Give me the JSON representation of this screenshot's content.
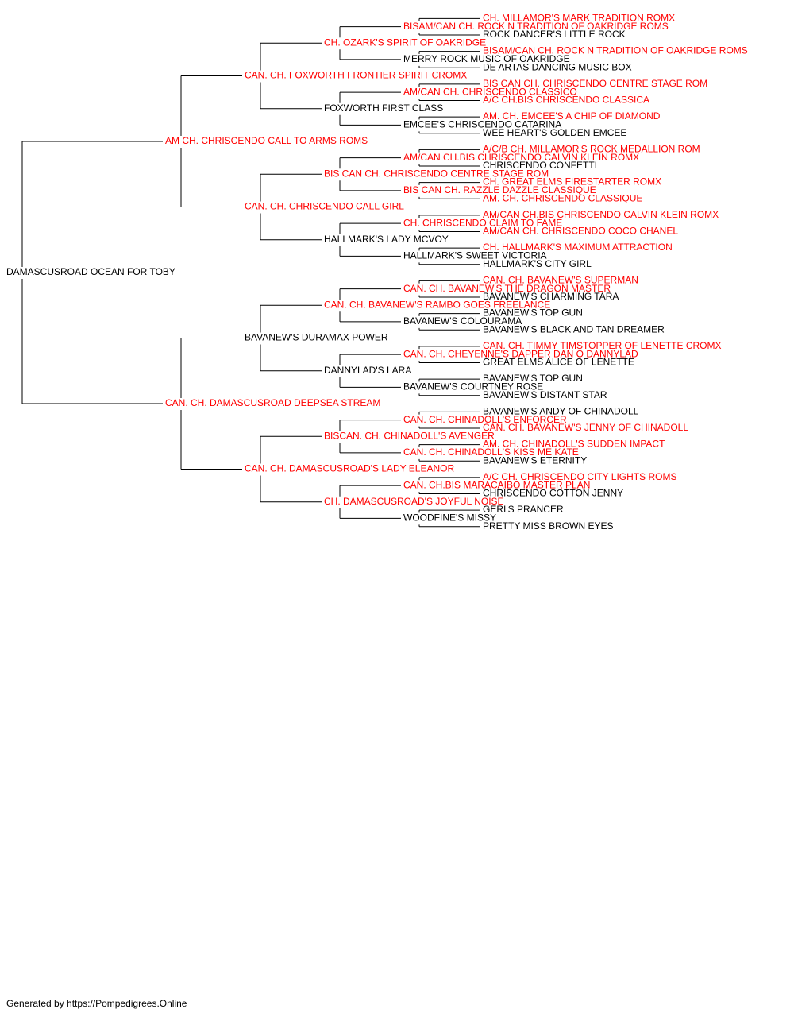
{
  "colors": {
    "champion": "#ff0000",
    "normal": "#000000",
    "line": "#000000"
  },
  "pedigree": {
    "name": "DAMASCUSROAD OCEAN FOR TOBY",
    "ch": false,
    "sire": {
      "name": "AM CH. CHRISCENDO CALL TO ARMS ROMS",
      "ch": true,
      "sire": {
        "name": "CAN. CH. FOXWORTH FRONTIER SPIRIT CROMX",
        "ch": true,
        "sire": {
          "name": "CH. OZARK'S SPIRIT OF OAKRIDGE",
          "ch": true,
          "sire": {
            "name": "BISAM/CAN CH. ROCK N TRADITION OF OAKRIDGE ROMS",
            "ch": true,
            "sire": {
              "name": "CH. MILLAMOR'S MARK TRADITION ROMX",
              "ch": true
            },
            "dam": {
              "name": "ROCK DANCER'S LITTLE ROCK",
              "ch": false
            }
          },
          "dam": {
            "name": "MERRY ROCK MUSIC OF OAKRIDGE",
            "ch": false,
            "sire": {
              "name": "BISAM/CAN CH. ROCK N TRADITION OF OAKRIDGE ROMS",
              "ch": true
            },
            "dam": {
              "name": "DE ARTAS DANCING MUSIC BOX",
              "ch": false
            }
          }
        },
        "dam": {
          "name": "FOXWORTH FIRST CLASS",
          "ch": false,
          "sire": {
            "name": "AM/CAN CH. CHRISCENDO CLASSICO",
            "ch": true,
            "sire": {
              "name": "BIS CAN CH. CHRISCENDO CENTRE STAGE ROM",
              "ch": true
            },
            "dam": {
              "name": "A/C CH.BIS CHRISCENDO CLASSICA",
              "ch": true
            }
          },
          "dam": {
            "name": "EMCEE'S CHRISCENDO CATARINA",
            "ch": false,
            "sire": {
              "name": "AM. CH. EMCEE'S A CHIP OF DIAMOND",
              "ch": true
            },
            "dam": {
              "name": "WEE HEART'S GOLDEN EMCEE",
              "ch": false
            }
          }
        }
      },
      "dam": {
        "name": "CAN. CH. CHRISCENDO CALL GIRL",
        "ch": true,
        "sire": {
          "name": "BIS CAN CH. CHRISCENDO CENTRE STAGE ROM",
          "ch": true,
          "sire": {
            "name": "AM/CAN CH.BIS CHRISCENDO CALVIN KLEIN ROMX",
            "ch": true,
            "sire": {
              "name": "A/C/B CH. MILLAMOR'S ROCK MEDALLION ROM",
              "ch": true
            },
            "dam": {
              "name": "CHRISCENDO CONFETTI",
              "ch": false
            }
          },
          "dam": {
            "name": "BIS CAN CH. RAZZLE DAZZLE CLASSIQUE",
            "ch": true,
            "sire": {
              "name": "CH. GREAT ELMS FIRESTARTER ROMX",
              "ch": true
            },
            "dam": {
              "name": "AM. CH. CHRISCENDO CLASSIQUE",
              "ch": true
            }
          }
        },
        "dam": {
          "name": "HALLMARK'S LADY MCVOY",
          "ch": false,
          "sire": {
            "name": "CH. CHRISCENDO CLAIM TO FAME",
            "ch": true,
            "sire": {
              "name": "AM/CAN CH.BIS CHRISCENDO CALVIN KLEIN ROMX",
              "ch": true
            },
            "dam": {
              "name": "AM/CAN CH. CHRISCENDO COCO CHANEL",
              "ch": true
            }
          },
          "dam": {
            "name": "HALLMARK'S SWEET VICTORIA",
            "ch": false,
            "sire": {
              "name": "CH. HALLMARK'S MAXIMUM ATTRACTION",
              "ch": true
            },
            "dam": {
              "name": "HALLMARK'S CITY GIRL",
              "ch": false
            }
          }
        }
      }
    },
    "dam": {
      "name": "CAN. CH. DAMASCUSROAD DEEPSEA STREAM",
      "ch": true,
      "sire": {
        "name": "BAVANEW'S DURAMAX POWER",
        "ch": false,
        "sire": {
          "name": "CAN. CH. BAVANEW'S RAMBO GOES FREELANCE",
          "ch": true,
          "sire": {
            "name": "CAN. CH. BAVANEW'S THE DRAGON MASTER",
            "ch": true,
            "sire": {
              "name": "CAN. CH. BAVANEW'S SUPERMAN",
              "ch": true
            },
            "dam": {
              "name": "BAVANEW'S CHARMING TARA",
              "ch": false
            }
          },
          "dam": {
            "name": "BAVANEW'S COLOURAMA",
            "ch": false,
            "sire": {
              "name": "BAVANEW'S TOP GUN",
              "ch": false
            },
            "dam": {
              "name": "BAVANEW'S BLACK AND TAN DREAMER",
              "ch": false
            }
          }
        },
        "dam": {
          "name": "DANNYLAD'S LARA",
          "ch": false,
          "sire": {
            "name": "CAN. CH. CHEYENNE'S DAPPER DAN O DANNYLAD",
            "ch": true,
            "sire": {
              "name": "CAN. CH. TIMMY TIMSTOPPER OF LENETTE CROMX",
              "ch": true
            },
            "dam": {
              "name": "GREAT ELMS ALICE OF LENETTE",
              "ch": false
            }
          },
          "dam": {
            "name": "BAVANEW'S COURTNEY ROSE",
            "ch": false,
            "sire": {
              "name": "BAVANEW'S TOP GUN",
              "ch": false
            },
            "dam": {
              "name": "BAVANEW'S DISTANT STAR",
              "ch": false
            }
          }
        }
      },
      "dam": {
        "name": "CAN. CH. DAMASCUSROAD'S LADY ELEANOR",
        "ch": true,
        "sire": {
          "name": "BISCAN. CH. CHINADOLL'S AVENGER",
          "ch": true,
          "sire": {
            "name": "CAN. CH. CHINADOLL'S ENFORCER",
            "ch": true,
            "sire": {
              "name": "BAVANEW'S ANDY OF CHINADOLL",
              "ch": false
            },
            "dam": {
              "name": "CAN. CH. BAVANEW'S JENNY OF CHINADOLL",
              "ch": true
            }
          },
          "dam": {
            "name": "CAN. CH. CHINADOLL'S KISS ME KATE",
            "ch": true,
            "sire": {
              "name": "AM. CH. CHINADOLL'S SUDDEN IMPACT",
              "ch": true
            },
            "dam": {
              "name": "BAVANEW'S ETERNITY",
              "ch": false
            }
          }
        },
        "dam": {
          "name": "CH. DAMASCUSROAD'S JOYFUL NOISE",
          "ch": true,
          "sire": {
            "name": "CAN. CH.BIS MARACAIBO MASTER PLAN",
            "ch": true,
            "sire": {
              "name": "A/C CH. CHRISCENDO CITY LIGHTS ROMS",
              "ch": true
            },
            "dam": {
              "name": "CHRISCENDO COTTON JENNY",
              "ch": false
            }
          },
          "dam": {
            "name": "WOODFINE'S MISSY",
            "ch": false,
            "sire": {
              "name": "GERI'S PRANCER",
              "ch": false
            },
            "dam": {
              "name": "PRETTY MISS BROWN EYES",
              "ch": false
            }
          }
        }
      }
    }
  },
  "footer": "Generated by https://Pompedigrees.Online"
}
